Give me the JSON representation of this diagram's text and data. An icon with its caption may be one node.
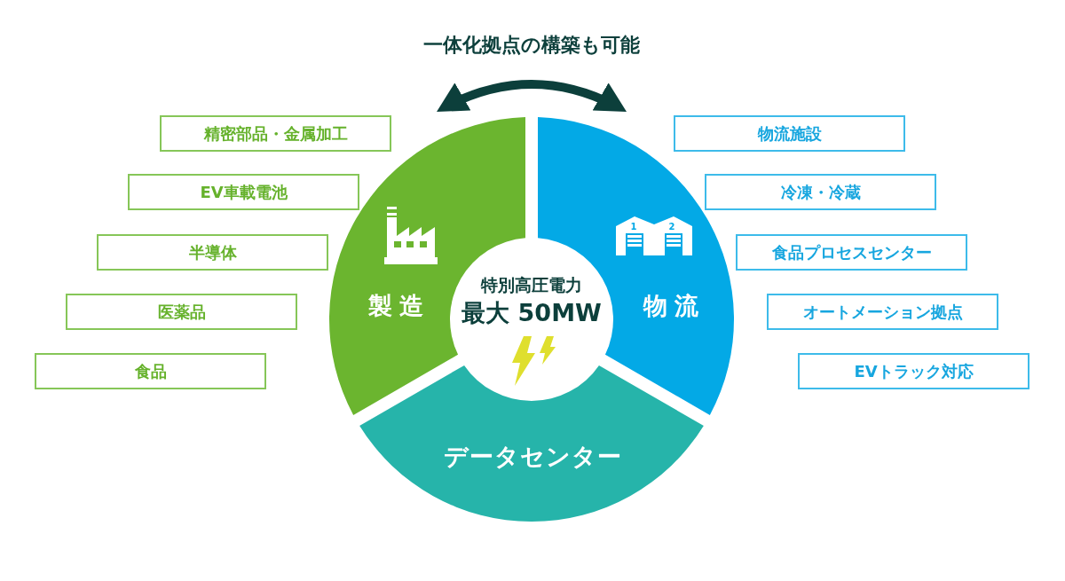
{
  "diagram": {
    "nodes": [
      {
        "text": [
          "製造"
        ]
      },
      {
        "text": [
          "物流"
        ]
      },
      {
        "text": [
          "データセンター"
        ]
      },
      {
        "text": [
          "特別高圧電力",
          "最大 50MW"
        ]
      },
      {
        "text": [
          "精密部品・金属加工"
        ]
      },
      {
        "text": [
          "EV車載電池"
        ]
      },
      {
        "text": [
          "半導体"
        ]
      },
      {
        "text": [
          "医薬品"
        ]
      },
      {
        "text": [
          "食品"
        ]
      },
      {
        "text": [
          "物流施設"
        ]
      },
      {
        "text": [
          "冷凍・冷蔵"
        ]
      },
      {
        "text": [
          "食品プロセスセンター"
        ]
      },
      {
        "text": [
          "オートメーション拠点"
        ]
      },
      {
        "text": [
          "EVトラック対応"
        ]
      }
    ],
    "edges": [
      {
        "from": 0,
        "to": 1,
        "arrow": "both",
        "label": "一体化拠点の構築も可能"
      }
    ],
    "labels": [
      "1",
      "2"
    ]
  }
}
